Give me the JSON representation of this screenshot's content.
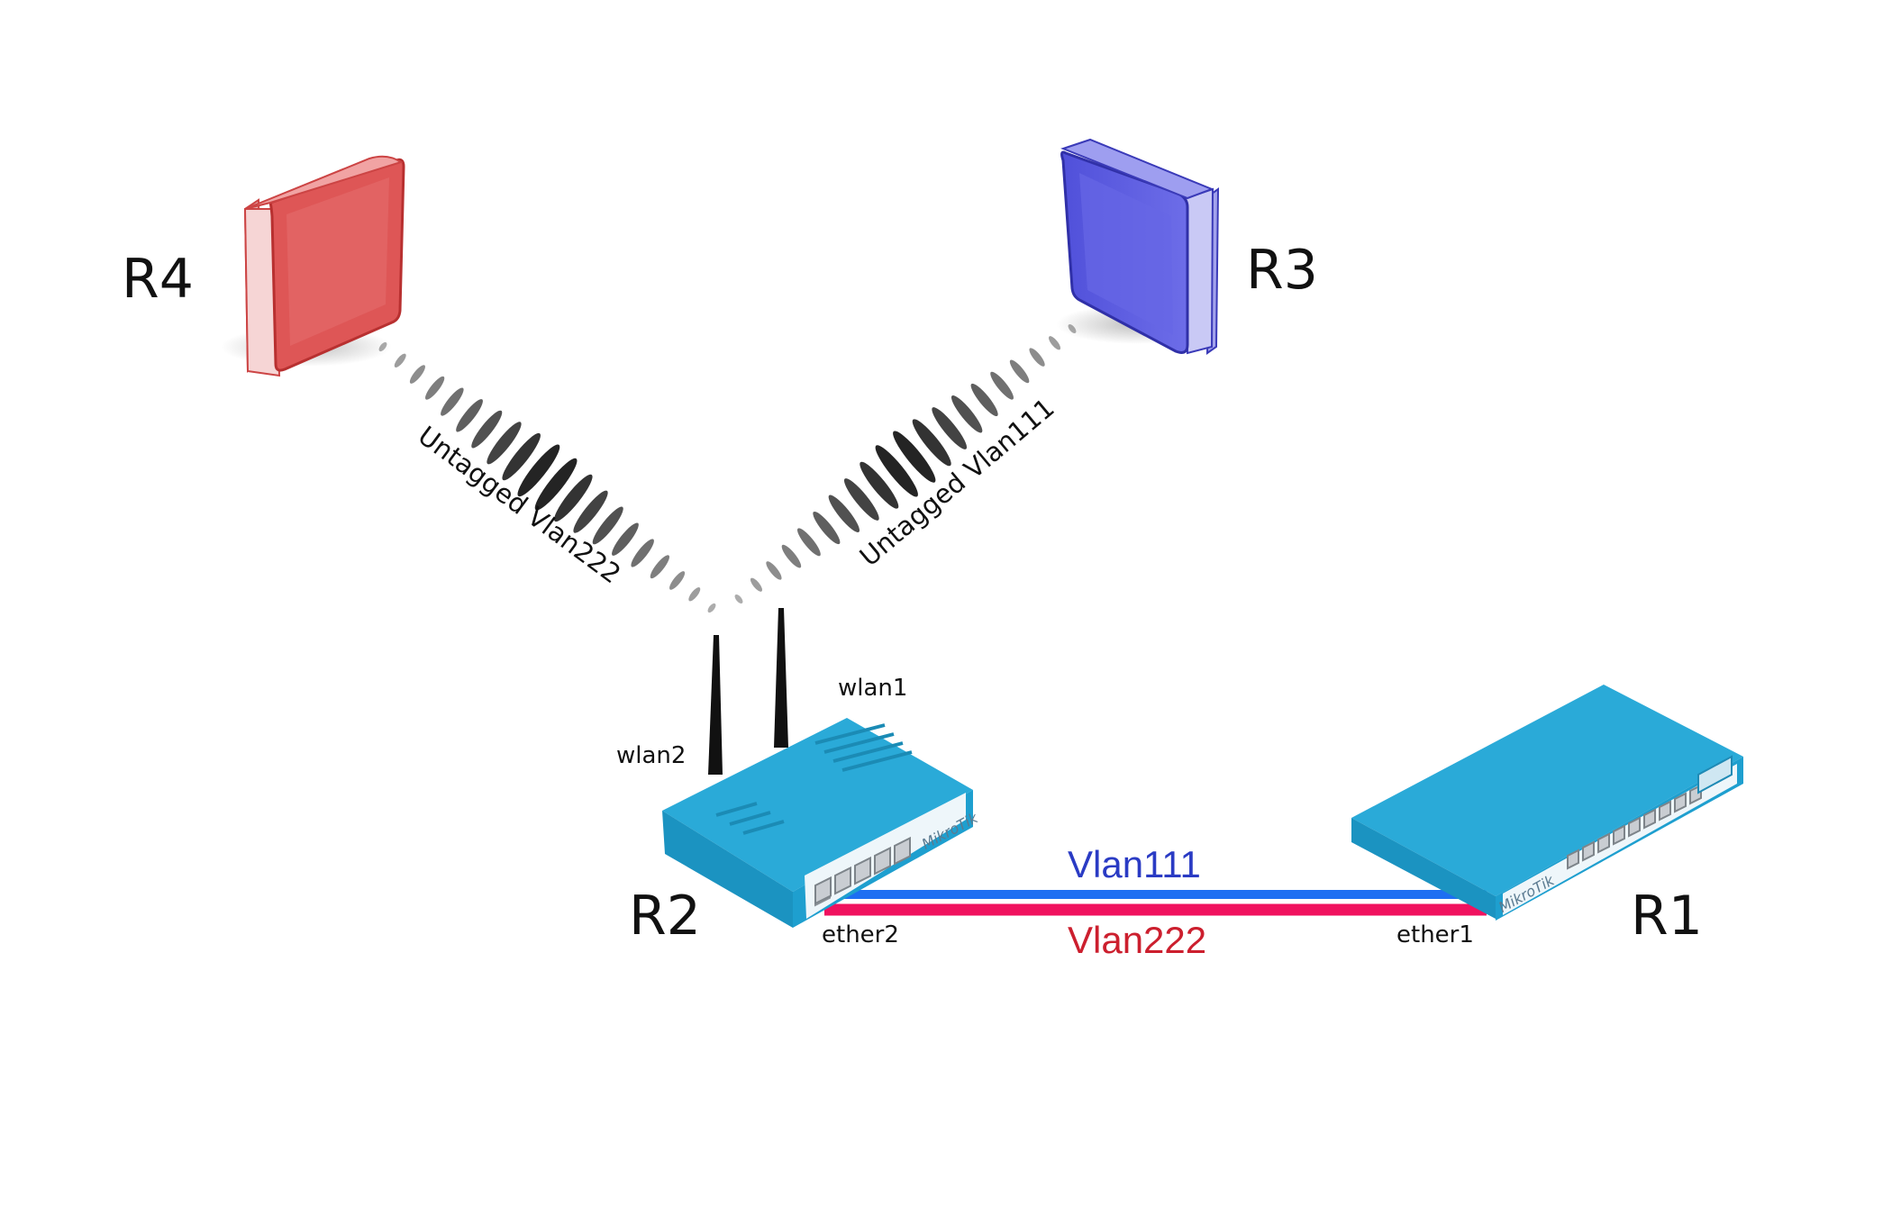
{
  "nodes": {
    "r1": {
      "label": "R1"
    },
    "r2": {
      "label": "R2"
    },
    "r3": {
      "label": "R3"
    },
    "r4": {
      "label": "R4"
    }
  },
  "interfaces": {
    "wlan1": "wlan1",
    "wlan2": "wlan2",
    "ether1": "ether1",
    "ether2": "ether2"
  },
  "links": {
    "wired_vlan_top": {
      "label": "Vlan111",
      "color": "#2a3bc4",
      "line_color": "#1e6ff2"
    },
    "wired_vlan_bottom": {
      "label": "Vlan222",
      "color": "#cc1f2e",
      "line_color": "#f0125f"
    },
    "wireless_r3": {
      "label": "Untagged Vlan111"
    },
    "wireless_r4": {
      "label": "Untagged Vlan222"
    }
  },
  "devices": {
    "brand": "MikroTik",
    "router_color": "#22a4d4",
    "r3_color": "#5b5ce0",
    "r4_color": "#e05a5a"
  }
}
